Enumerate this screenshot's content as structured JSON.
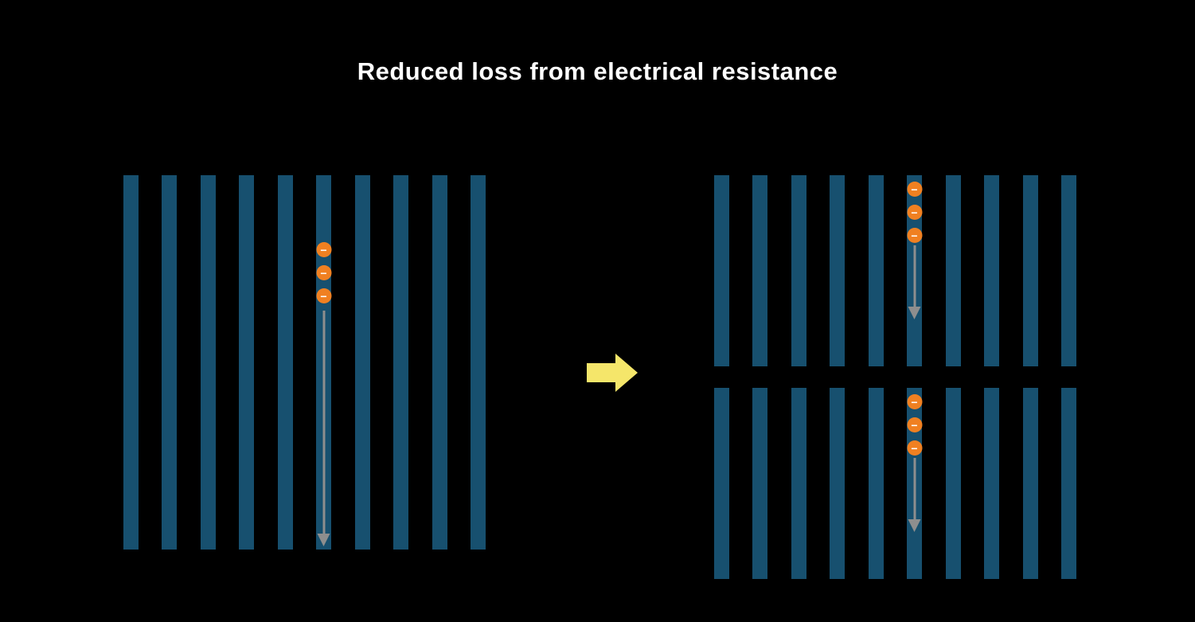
{
  "title": "Reduced loss from electrical resistance",
  "electron_symbol": "−",
  "colors": {
    "background": "#000000",
    "bar": "#17506F",
    "electron_fill": "#F08021",
    "electron_symbol_color": "#FFFFFF",
    "flow_arrow": "#8E8E8E",
    "transition_arrow": "#F5E66A",
    "title_color": "#FFFFFF"
  },
  "panels": [
    {
      "id": "full-cell",
      "bar_count": 10,
      "electron_bar_index": 5,
      "electron_count": 3
    },
    {
      "id": "half-cell-top",
      "bar_count": 10,
      "electron_bar_index": 5,
      "electron_count": 3
    },
    {
      "id": "half-cell-bottom",
      "bar_count": 10,
      "electron_bar_index": 5,
      "electron_count": 3
    }
  ]
}
